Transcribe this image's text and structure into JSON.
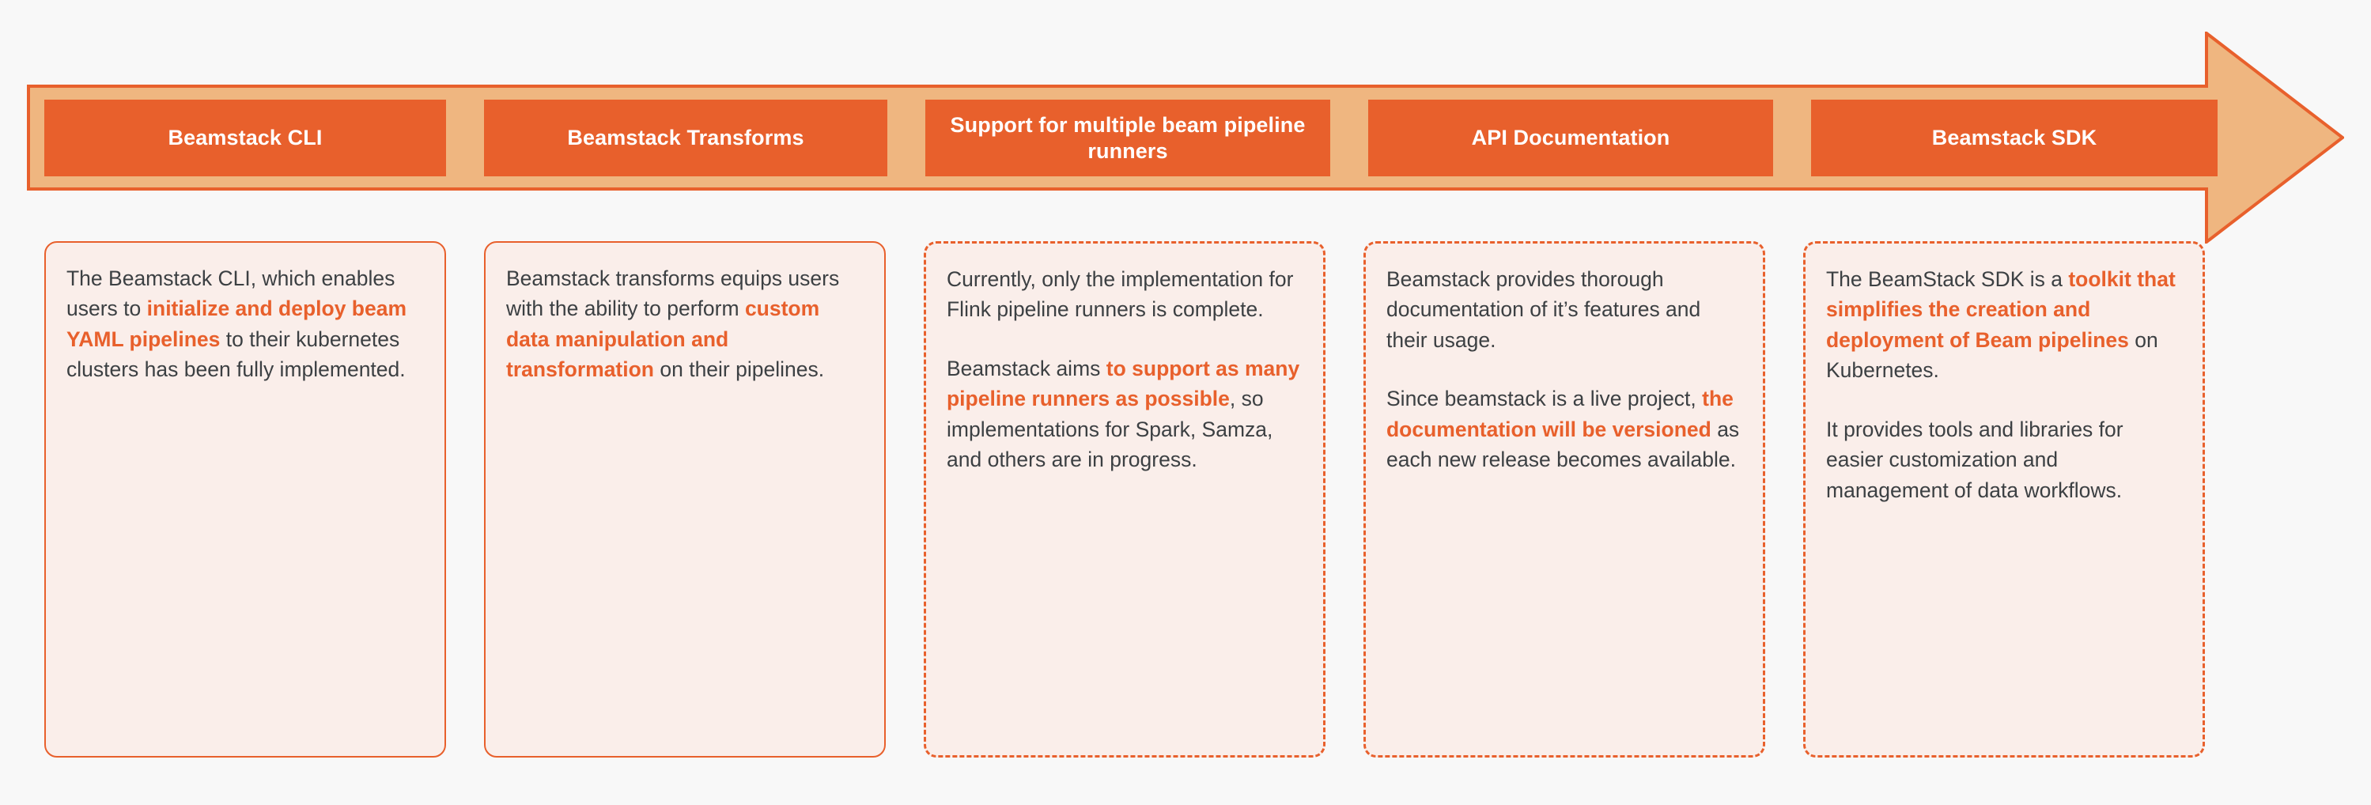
{
  "colors": {
    "background": "#F8F8F8",
    "accent_orange": "#E8602C",
    "arrow_fill": "#EFB680",
    "card_fill": "#FAEEEA",
    "body_text": "#3C4043",
    "pill_text": "#FFFFFF"
  },
  "banner": {
    "shape": "right-arrow",
    "pills": [
      {
        "label": "Beamstack CLI"
      },
      {
        "label": "Beamstack Transforms"
      },
      {
        "label": "Support for multiple beam pipeline runners"
      },
      {
        "label": "API Documentation"
      },
      {
        "label": "Beamstack SDK"
      }
    ]
  },
  "cards": [
    {
      "border_style": "solid",
      "paragraphs": [
        [
          {
            "text": "The Beamstack CLI, which enables users to ",
            "highlight": false
          },
          {
            "text": "initialize and deploy beam YAML pipelines",
            "highlight": true
          },
          {
            "text": " to their kubernetes clusters has been fully implemented.",
            "highlight": false
          }
        ]
      ]
    },
    {
      "border_style": "solid",
      "paragraphs": [
        [
          {
            "text": "Beamstack transforms equips users with the ability to perform ",
            "highlight": false
          },
          {
            "text": "custom data manipulation and transformation",
            "highlight": true
          },
          {
            "text": " on their pipelines.",
            "highlight": false
          }
        ]
      ]
    },
    {
      "border_style": "dashed",
      "paragraphs": [
        [
          {
            "text": "Currently, only the implementation for Flink pipeline runners is complete.",
            "highlight": false
          }
        ],
        [
          {
            "text": "Beamstack aims ",
            "highlight": false
          },
          {
            "text": "to support as many pipeline runners as possible",
            "highlight": true
          },
          {
            "text": ", so implementations for Spark, Samza, and others are in progress.",
            "highlight": false
          }
        ]
      ]
    },
    {
      "border_style": "dashed",
      "paragraphs": [
        [
          {
            "text": "Beamstack provides thorough documentation of it’s features and their usage.",
            "highlight": false
          }
        ],
        [
          {
            "text": "Since beamstack is a live project, ",
            "highlight": false
          },
          {
            "text": "the documentation will be versioned",
            "highlight": true
          },
          {
            "text": " as each new release becomes available.",
            "highlight": false
          }
        ]
      ]
    },
    {
      "border_style": "dashed",
      "paragraphs": [
        [
          {
            "text": "The BeamStack SDK is a ",
            "highlight": false
          },
          {
            "text": "toolkit that simplifies the creation and deployment of Beam pipelines",
            "highlight": true
          },
          {
            "text": " on Kubernetes.",
            "highlight": false
          }
        ],
        [
          {
            "text": "It provides tools and libraries for easier customization and management of data workflows.",
            "highlight": false
          }
        ]
      ]
    }
  ]
}
